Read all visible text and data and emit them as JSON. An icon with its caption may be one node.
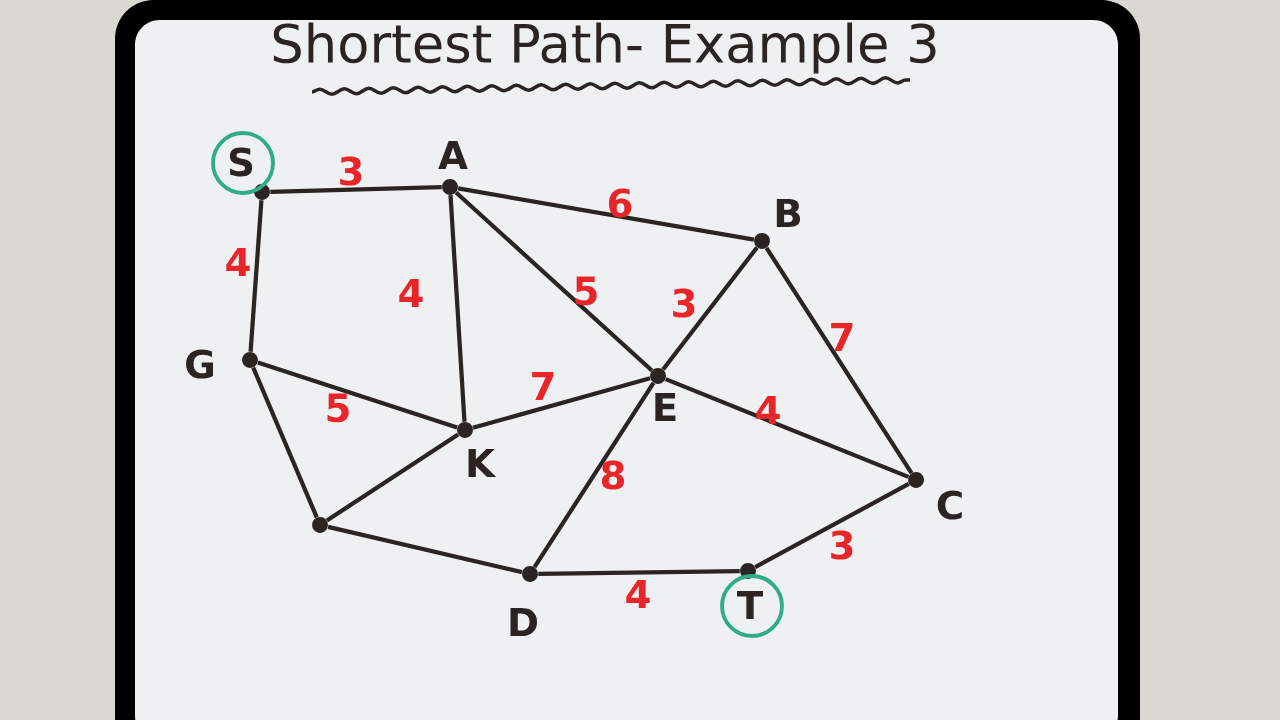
{
  "diagram": {
    "title": "Shortest Path- Example 3",
    "nodes": [
      {
        "text": [
          "S"
        ]
      },
      {
        "text": [
          "A"
        ]
      },
      {
        "text": [
          "B"
        ]
      },
      {
        "text": [
          "G"
        ]
      },
      {
        "text": [
          "E"
        ]
      },
      {
        "text": [
          "K"
        ]
      },
      {
        "text": [
          "C"
        ]
      },
      {
        "text": [
          "D"
        ]
      },
      {
        "text": [
          "T"
        ]
      },
      {
        "text": [],
        "shape": "circle"
      }
    ],
    "edges": [
      {
        "from": 0,
        "to": 1,
        "arrow": "none",
        "label": "3"
      },
      {
        "from": 0,
        "to": 3,
        "arrow": "none",
        "label": "4"
      },
      {
        "from": 1,
        "to": 2,
        "arrow": "none",
        "label": "6"
      },
      {
        "from": 1,
        "to": 5,
        "arrow": "none",
        "label": "4"
      },
      {
        "from": 1,
        "to": 4,
        "arrow": "none",
        "label": "5"
      },
      {
        "from": 2,
        "to": 4,
        "arrow": "none",
        "label": "3"
      },
      {
        "from": 2,
        "to": 6,
        "arrow": "none",
        "label": "7"
      },
      {
        "from": 3,
        "to": 5,
        "arrow": "none",
        "label": "5"
      },
      {
        "from": 5,
        "to": 4,
        "arrow": "none",
        "label": "7"
      },
      {
        "from": 4,
        "to": 6,
        "arrow": "none",
        "label": "4"
      },
      {
        "from": 4,
        "to": 7,
        "arrow": "none",
        "label": "8"
      },
      {
        "from": 7,
        "to": 8,
        "arrow": "none",
        "label": "4"
      },
      {
        "from": 8,
        "to": 6,
        "arrow": "none",
        "label": "3"
      },
      {
        "from": 3,
        "to": 9,
        "arrow": "none"
      },
      {
        "from": 9,
        "to": 5,
        "arrow": "none"
      },
      {
        "from": 9,
        "to": 7,
        "arrow": "none"
      }
    ]
  }
}
